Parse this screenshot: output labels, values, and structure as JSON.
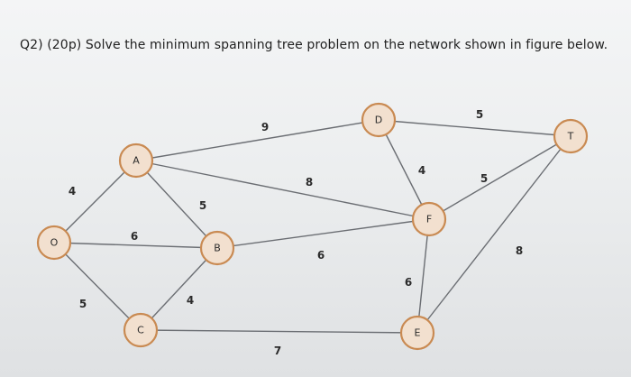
{
  "question": {
    "text": "Q2) (20p) Solve the minimum spanning tree problem on the network shown in figure below."
  },
  "network": {
    "nodes": [
      {
        "id": "O",
        "label": "O"
      },
      {
        "id": "A",
        "label": "A"
      },
      {
        "id": "B",
        "label": "B"
      },
      {
        "id": "C",
        "label": "C"
      },
      {
        "id": "D",
        "label": "D"
      },
      {
        "id": "E",
        "label": "E"
      },
      {
        "id": "F",
        "label": "F"
      },
      {
        "id": "T",
        "label": "T"
      }
    ],
    "edges": [
      {
        "from": "O",
        "to": "A",
        "weight": "4"
      },
      {
        "from": "O",
        "to": "B",
        "weight": "6"
      },
      {
        "from": "O",
        "to": "C",
        "weight": "5"
      },
      {
        "from": "A",
        "to": "B",
        "weight": "5"
      },
      {
        "from": "A",
        "to": "D",
        "weight": "9"
      },
      {
        "from": "A",
        "to": "F",
        "weight": "8"
      },
      {
        "from": "B",
        "to": "C",
        "weight": "4"
      },
      {
        "from": "B",
        "to": "F",
        "weight": "6"
      },
      {
        "from": "C",
        "to": "E",
        "weight": "7"
      },
      {
        "from": "D",
        "to": "F",
        "weight": "4"
      },
      {
        "from": "D",
        "to": "T",
        "weight": "5"
      },
      {
        "from": "F",
        "to": "T",
        "weight": "5"
      },
      {
        "from": "F",
        "to": "E",
        "weight": "6"
      },
      {
        "from": "E",
        "to": "T",
        "weight": "8"
      }
    ]
  },
  "colors": {
    "node_fill": "#f2e0cf",
    "node_border": "#c98a52",
    "edge": "#6b6e73"
  }
}
